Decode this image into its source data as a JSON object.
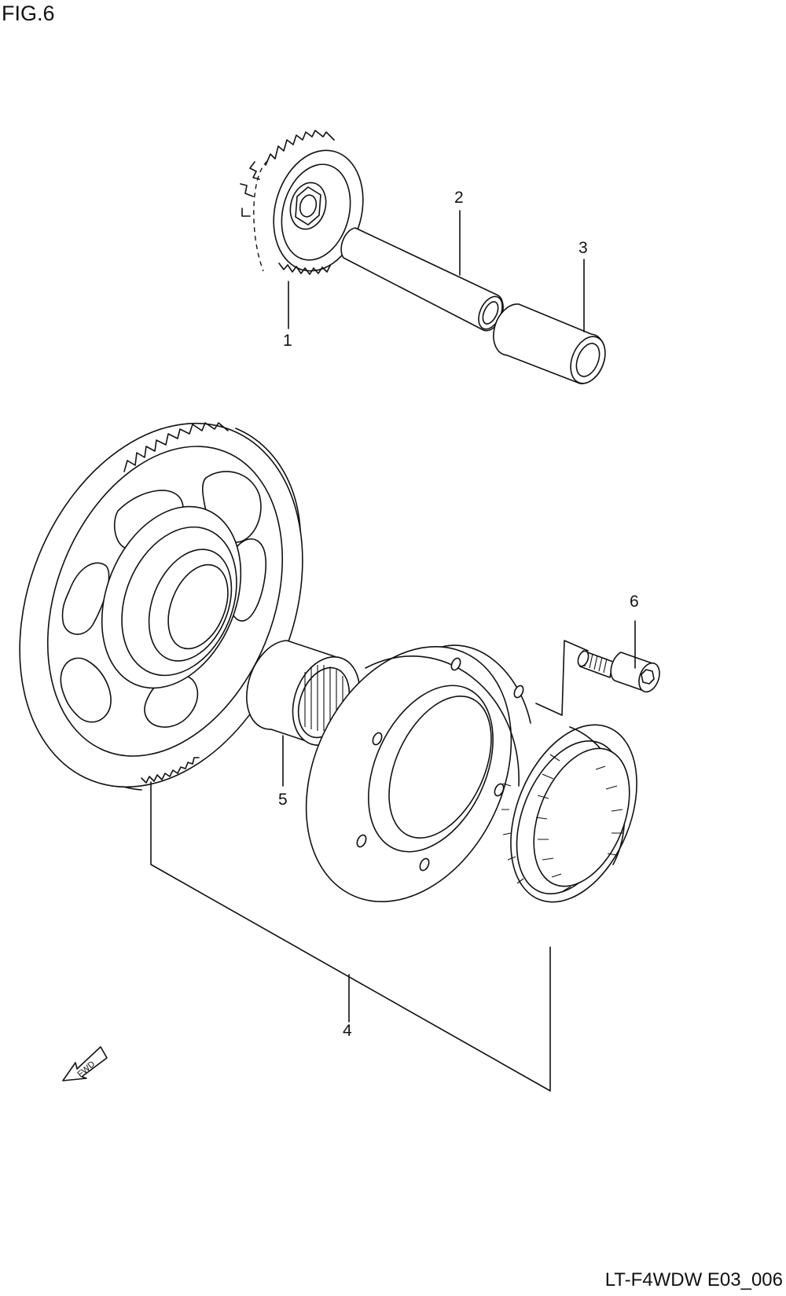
{
  "figure": {
    "title": "FIG.6",
    "code": "LT-F4WDW E03_006",
    "direction_arrow": "FWD"
  },
  "callouts": [
    {
      "id": "callout-1",
      "label": "1"
    },
    {
      "id": "callout-2",
      "label": "2"
    },
    {
      "id": "callout-3",
      "label": "3"
    },
    {
      "id": "callout-4",
      "label": "4"
    },
    {
      "id": "callout-5",
      "label": "5"
    },
    {
      "id": "callout-6",
      "label": "6"
    }
  ]
}
